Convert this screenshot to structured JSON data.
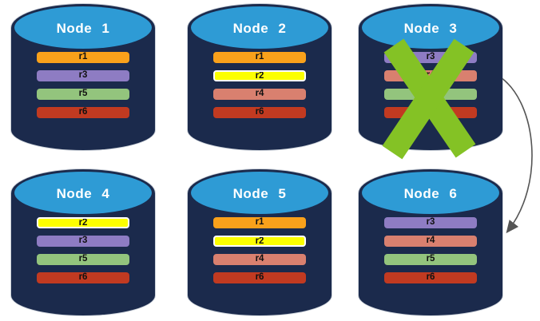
{
  "colors": {
    "background": "#FFFFFF",
    "cylinder_body": "#1B2A4C",
    "cylinder_cap": "#2E9BD5",
    "node_title_text": "#FFFFFF",
    "replica_label_text": "#111111",
    "replica_highlight_border": "#FFFFFF",
    "failure_x": "#84C225",
    "arrow": "#555555"
  },
  "replica_colors": {
    "r1": "#F9A11B",
    "r2": "#FCFF00",
    "r3": "#8E7CC3",
    "r4": "#D9806F",
    "r5": "#93C47D",
    "r6": "#C13A21"
  },
  "highlighted_replicas": [
    "r2"
  ],
  "nodes": [
    {
      "label": "Node 1",
      "replicas": [
        "r1",
        "r3",
        "r5",
        "r6"
      ],
      "failed": false
    },
    {
      "label": "Node 2",
      "replicas": [
        "r1",
        "r2",
        "r4",
        "r6"
      ],
      "failed": false
    },
    {
      "label": "Node 3",
      "replicas": [
        "r3",
        "r4",
        "r5",
        "r6"
      ],
      "failed": true
    },
    {
      "label": "Node 4",
      "replicas": [
        "r2",
        "r3",
        "r5",
        "r6"
      ],
      "failed": false
    },
    {
      "label": "Node 5",
      "replicas": [
        "r1",
        "r2",
        "r4",
        "r6"
      ],
      "failed": false
    },
    {
      "label": "Node 6",
      "replicas": [
        "r3",
        "r4",
        "r5",
        "r6"
      ],
      "failed": false
    }
  ],
  "arrow": {
    "from": "Node 3",
    "to": "Node 6"
  }
}
